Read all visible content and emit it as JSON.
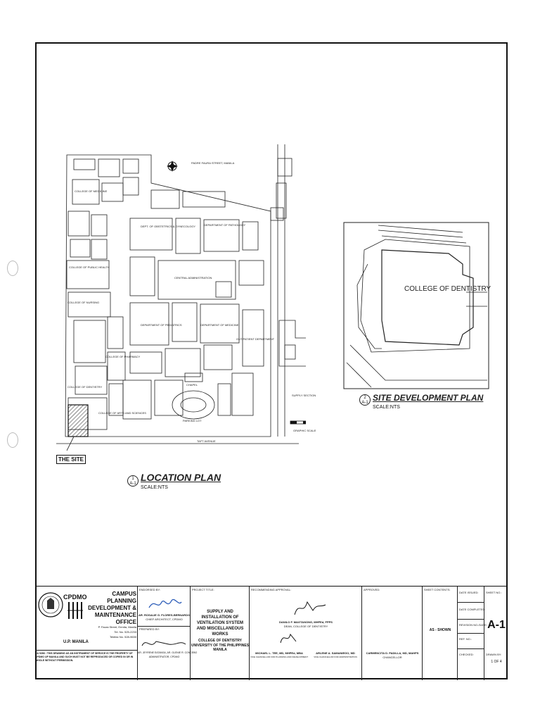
{
  "location_plan": {
    "number": "1",
    "sheet": "A-1",
    "title": "LOCATION PLAN",
    "scale": "SCALE:NTS",
    "site_label": "THE SITE",
    "street_north": "PADRE FAURA STREET, MANILA",
    "street_south": "TAFT AVENUE",
    "bar_scale_label": "GRAPHIC SCALE",
    "buildings": {
      "dept_ob": "DEPT. OF OBSTETRICS & GYNECOLOGY",
      "dept_pathology": "DEPARTMENT OF PATHOLOGY",
      "dept_pediatrics": "DEPARTMENT OF PEDIATRICS",
      "dept_medicine": "DEPARTMENT OF MEDICINE",
      "central_admin": "CENTRAL ADMINISTRATION",
      "emergency": "OUT-PATIENT DEPARTMENT",
      "college_medicine": "COLLEGE OF MEDICINE",
      "college_nursing": "COLLEGE OF NURSING",
      "college_pharmacy": "COLLEGE OF PHARMACY",
      "college_public_health": "COLLEGE OF PUBLIC HEALTH",
      "college_dentistry": "COLLEGE OF DENTISTRY",
      "college_arts": "COLLEGE OF ARTS AND SCIENCES",
      "chapel": "CHAPEL",
      "parking": "PARKING LOT",
      "supply": "SUPPLY SECTION"
    }
  },
  "site_plan": {
    "number": "2",
    "sheet": "A-1",
    "title": "SITE DEVELOPMENT PLAN",
    "scale": "SCALE:NTS",
    "building_label": "COLLEGE OF DENTISTRY"
  },
  "title_block": {
    "office_abbr": "CPDMO",
    "office_name": "CAMPUS PLANNING DEVELOPMENT & MAINTENANCE OFFICE",
    "office_address": "P. Faura Street, Ermita, Manila",
    "office_tel": "Tel. No. 525-2233",
    "office_telefax": "Telefax No. 528-9630",
    "university_short": "U.P. MANILA",
    "disclaimer": "RA 9266 : THIS DRAWING AS AN INSTRUMENT OF SERVICE IS THE PROPERTY OF CPDMO UP MANILA AND SUCH MUST NOT BE REPRODUCED OR COPIED IN OR IN WHOLE WITHOUT PERMISSION.",
    "endorsed_by_hdr": "ENDORSED BY:",
    "endorser_name": "AR. ROSALIE G. FLORES-BERNARDO",
    "endorser_role": "CHIEF ARCHITECT, CPDMO",
    "prepared_by_hdr": "PREPARED BY:",
    "preparer_name": "AR. JEYRENE EATANSA, AR. GLENIE R. CONCEBO",
    "preparer_role": "ADMINISTRATOR, CPDMO",
    "project_title_hdr": "PROJECT TITLE:",
    "project_title": "SUPPLY AND INSTALLATION OF VENTILATION SYSTEM AND MISCELLANEOUS WORKS",
    "project_location_1": "COLLEGE OF DENTISTRY",
    "project_location_2": "UNIVERSITY OF THE PHILIPPINES MANILA",
    "recommending_hdr": "RECOMMENDING APPROVAL:",
    "rec1_name": "DANILO F. MAGTANONG, MHPEd, FPPS",
    "rec1_role": "DEAN, COLLEGE OF DENTISTRY",
    "rec2_name": "MICHAEL L. TEE, MD, MHPEd, MBA",
    "rec2_role": "VICE CHANCELLOR FOR PLANNING AND DEVELOPMENT",
    "rec3_name": "ARLENE A. SAMANIEGO, MD",
    "rec3_role": "VICE CHANCELLOR FOR ADMINISTRATION",
    "approved_hdr": "APPROVED:",
    "approver_name": "CARMENCITA D. PADILLA, MD, MAHPS",
    "approver_role": "CHANCELLOR",
    "sheet_contents_hdr": "SHEET CONTENTS:",
    "sheet_contents": "AS - SHOWN",
    "date_issued": "DATE ISSUED:",
    "date_completed": "DATE COMPLETED:",
    "revision": "REVISION NO./DATE:",
    "ref_no": "REF. NO.:",
    "checked": "CHECKED:",
    "drawn": "DRAWN BY:",
    "sheet_no_hdr": "SHEET NO.:",
    "sheet_no": "A-1",
    "sheet_of": "1",
    "sheet_of_word": "OF",
    "sheet_total": "4"
  }
}
